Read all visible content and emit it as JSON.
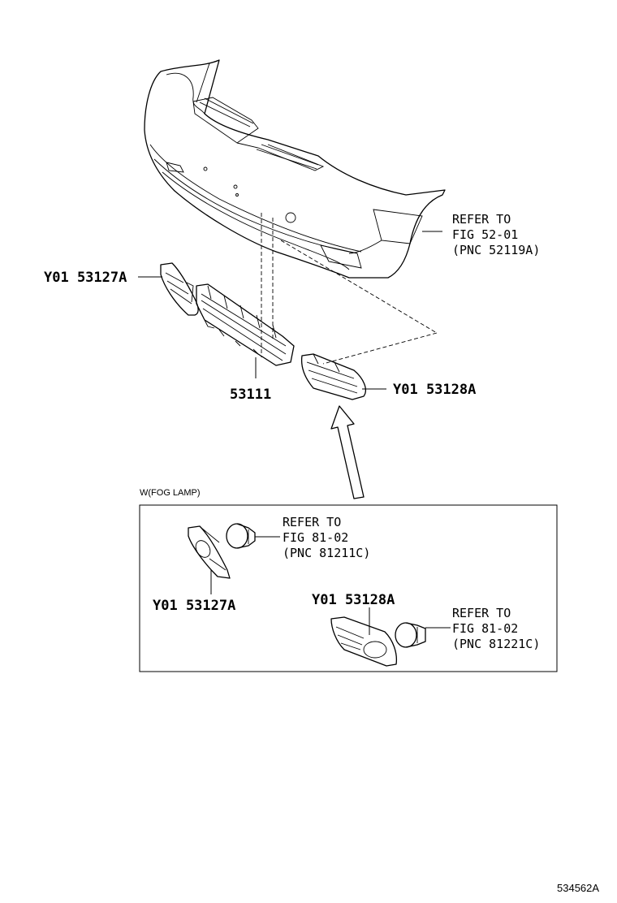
{
  "labels": {
    "grille_left_top": "Y01 53127A",
    "grille_center": "53111",
    "grille_right_top": "Y01 53128A",
    "grille_left_fog": "Y01 53127A",
    "grille_right_fog": "Y01 53128A"
  },
  "refs": {
    "bumper": [
      "REFER TO",
      "FIG 52-01",
      "(PNC 52119A)"
    ],
    "fog_left": [
      "REFER TO",
      "FIG 81-02",
      "(PNC 81211C)"
    ],
    "fog_right": [
      "REFER TO",
      "FIG 81-02",
      "(PNC 81221C)"
    ]
  },
  "inset_title": "W(FOG LAMP)",
  "diagram_id": "534562A"
}
